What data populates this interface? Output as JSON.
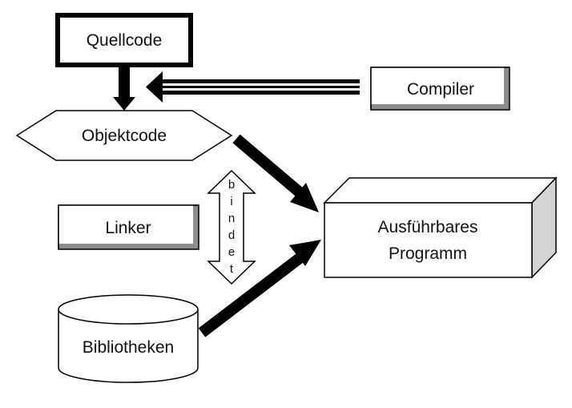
{
  "nodes": {
    "source": {
      "label": "Quellcode"
    },
    "compiler": {
      "label": "Compiler"
    },
    "object": {
      "label": "Objektcode"
    },
    "linker": {
      "label": "Linker"
    },
    "library": {
      "label": "Bibliotheken"
    },
    "executable": {
      "line1": "Ausführbares",
      "line2": "Programm"
    }
  },
  "edges": {
    "links_label": [
      "b",
      "i",
      "n",
      "d",
      "e",
      "t"
    ]
  },
  "colors": {
    "stroke": "#000000",
    "fill": "#ffffff",
    "shadow": "#8c8c8c",
    "cube_side": "#d4d4d4"
  }
}
